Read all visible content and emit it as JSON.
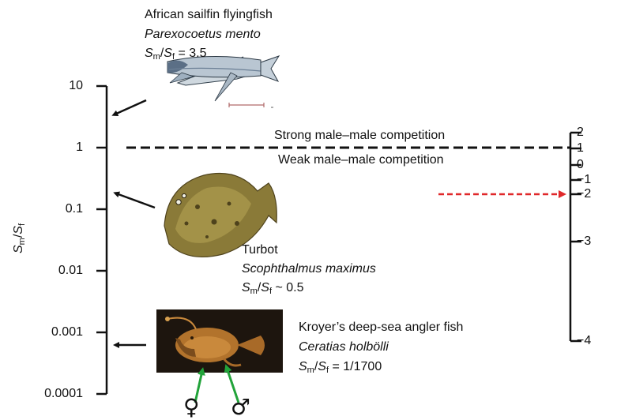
{
  "left_axis": {
    "label_main": "S",
    "label_sub_m": "m",
    "label_sub_f": "f",
    "ticks": [
      "10",
      "1",
      "0.1",
      "0.01",
      "0.001",
      "0.0001"
    ]
  },
  "right_axis": {
    "ticks": [
      "2",
      "1",
      "0",
      "−1",
      "−2",
      "−3",
      "−4"
    ]
  },
  "threshold": {
    "above": "Strong male–male competition",
    "below": "Weak male–male competition"
  },
  "species": [
    {
      "common": "African sailfin flyingfish",
      "latin": "Parexocoetus mento",
      "ratio_value": "= 3.5"
    },
    {
      "common": "Turbot",
      "latin": "Scophthalmus maximus",
      "ratio_value": "~ 0.5"
    },
    {
      "common": "Kroyer’s deep-sea angler fish",
      "latin": "Ceratias holbölli",
      "ratio_value": "= 1/1700"
    }
  ],
  "sex_symbols": {
    "female": "♀",
    "male": "♂"
  },
  "colors": {
    "red_arrow": "#e0282a",
    "green_arrow": "#22a33a",
    "angler_bg": "#1d150e"
  }
}
